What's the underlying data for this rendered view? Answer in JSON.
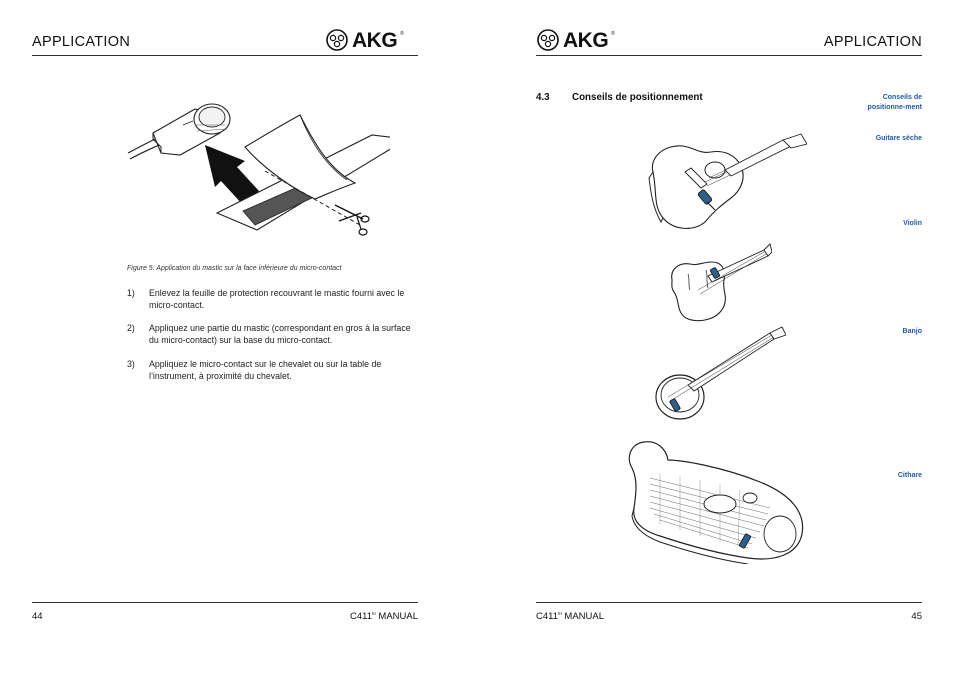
{
  "left_page": {
    "header_title": "APPLICATION",
    "logo_text": "AKG",
    "figure_caption": "Figure 5:  Application du mastic sur la face inférieure du micro-contact",
    "steps": [
      {
        "num": "1)",
        "text": "Enlevez la feuille de protection recouvrant le mastic fourni avec le micro-contact."
      },
      {
        "num": "2)",
        "text": "Appliquez une partie du mastic (correspondant en gros à la surface du micro-contact) sur la base du micro-contact."
      },
      {
        "num": "3)",
        "text": "Appliquez le micro-contact sur le chevalet ou sur la table de l’instrument, à proximité du chevalet."
      }
    ],
    "footer_page": "44",
    "footer_manual_prefix": "C411",
    "footer_manual_sup": "III",
    "footer_manual_suffix": " MANUAL"
  },
  "right_page": {
    "header_title": "APPLICATION",
    "logo_text": "AKG",
    "section_number": "4.3",
    "section_title": "Conseils de positionnement",
    "side_labels": [
      "Conseils de positionne-ment",
      "Guitare sèche",
      "Violin",
      "Banjo",
      "Cithare"
    ],
    "footer_page": "45",
    "footer_manual_prefix": "C411",
    "footer_manual_sup": "III",
    "footer_manual_suffix": " MANUAL"
  }
}
